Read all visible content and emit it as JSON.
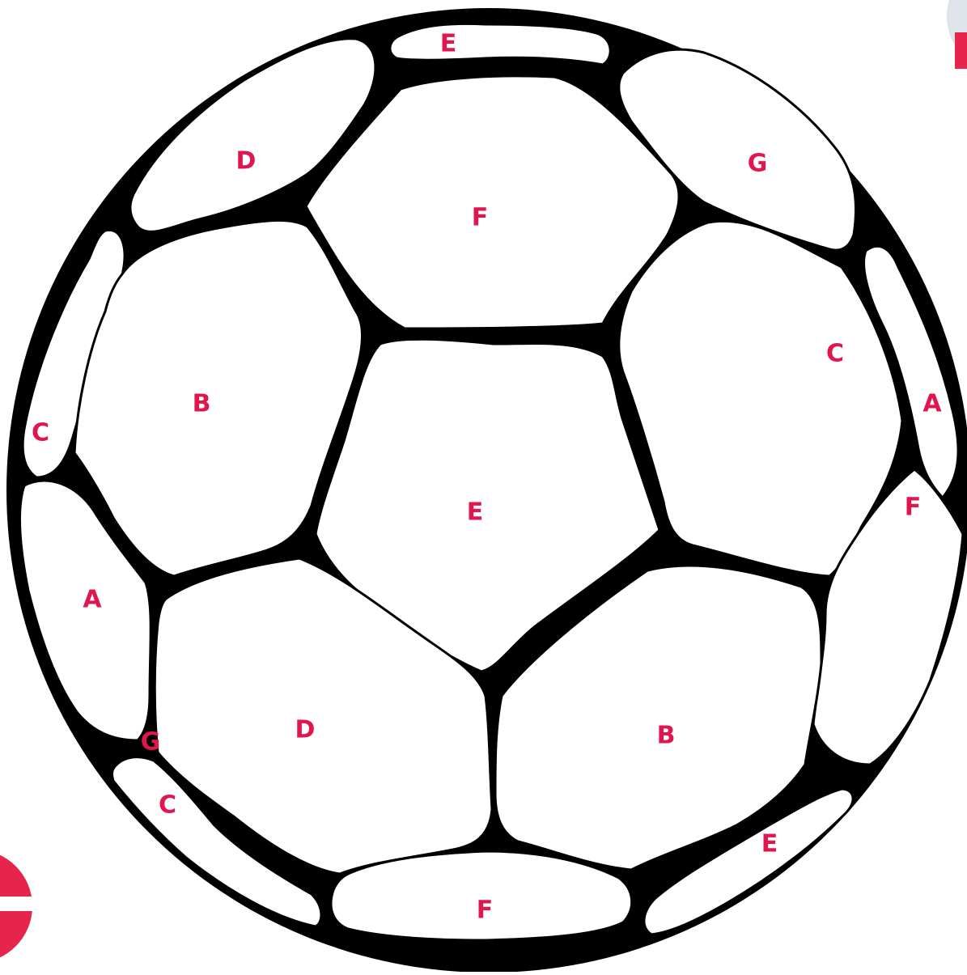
{
  "colors": {
    "outline": "#000000",
    "fill": "#ffffff",
    "label": "#e0164e",
    "flag_red": "#e5254c",
    "flag_white": "#ffffff",
    "flag_corner": "#dfe3ea"
  },
  "icons": {
    "top_right": "flag-icon",
    "bottom_left": "denmark-flag-icon"
  },
  "labels": {
    "top_e": "E",
    "top_left_d": "D",
    "top_f": "F",
    "top_right_g": "G",
    "left_c": "C",
    "left_b": "B",
    "center_e": "E",
    "right_c": "C",
    "right_a": "A",
    "right_f": "F",
    "left_a": "A",
    "bottom_left_g": "G",
    "bottom_left_c": "C",
    "bottom_d": "D",
    "bottom_b": "B",
    "bottom_right_e": "E",
    "bottom_f": "F"
  }
}
